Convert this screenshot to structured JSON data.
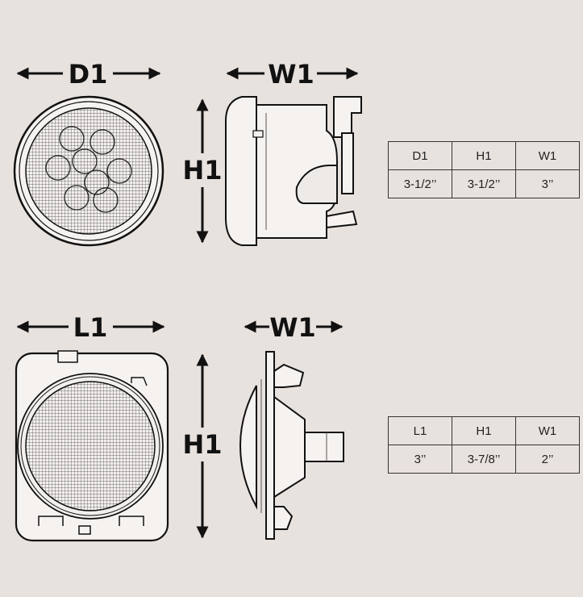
{
  "diagrams": {
    "round_front": {
      "label": "D1"
    },
    "round_side": {
      "width_label": "W1",
      "height_label": "H1"
    },
    "square_front": {
      "label": "L1"
    },
    "square_side": {
      "width_label": "W1",
      "height_label": "H1"
    }
  },
  "tables": [
    {
      "headers": [
        "D1",
        "H1",
        "W1"
      ],
      "values": [
        "3-1/2’’",
        "3-1/2’’",
        "3’’"
      ]
    },
    {
      "headers": [
        "L1",
        "H1",
        "W1"
      ],
      "values": [
        "3’’",
        "3-7/8’’",
        "2’’"
      ]
    }
  ]
}
